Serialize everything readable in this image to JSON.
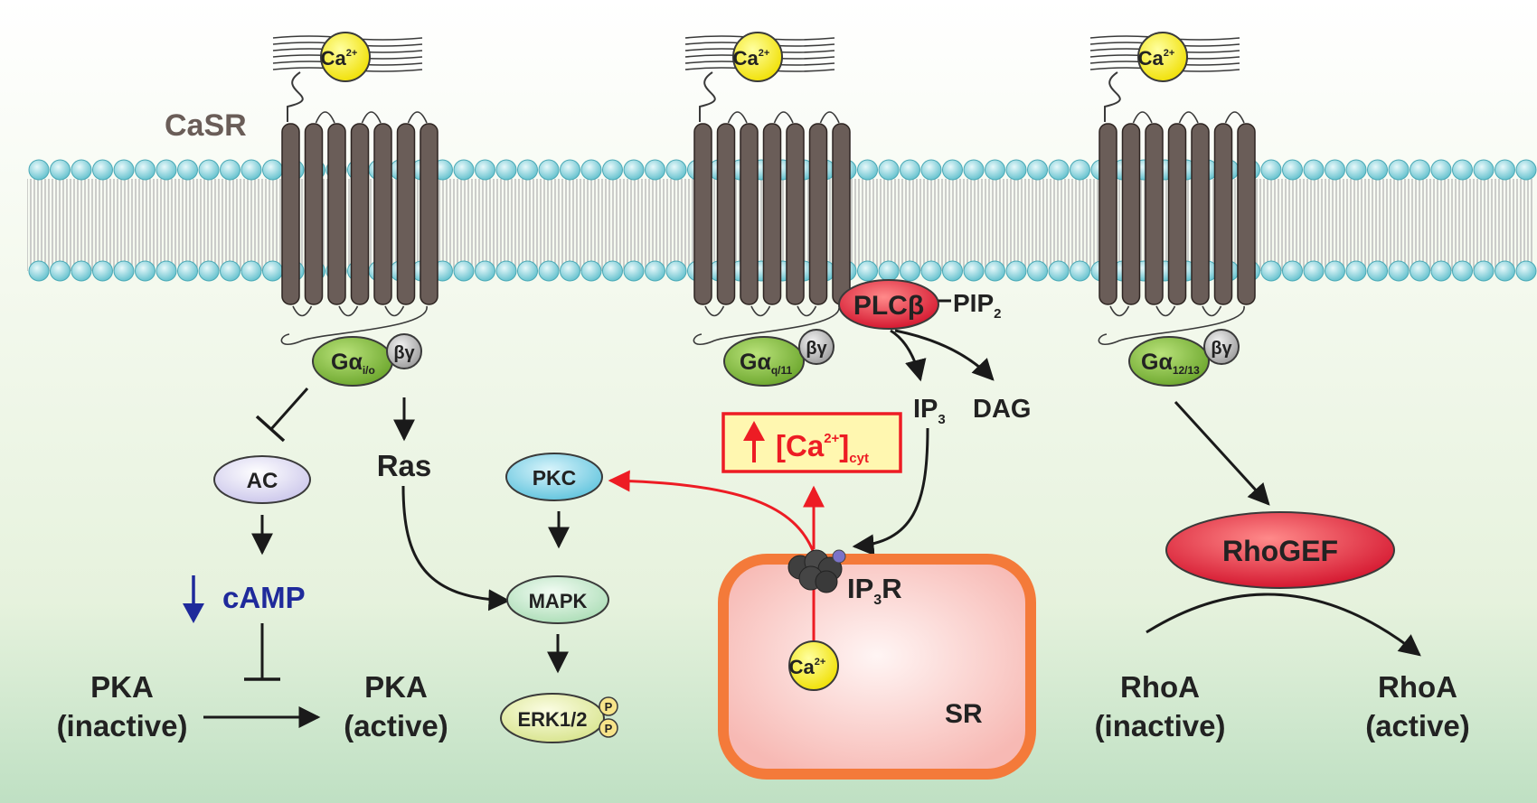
{
  "receptor_label": "CaSR",
  "ligand": {
    "main": "Ca",
    "sup": "2+"
  },
  "g_beta_gamma": "βγ",
  "pathways": {
    "gi": {
      "g_alpha": {
        "main": "Gα",
        "sub": "i/o"
      },
      "ac": "AC",
      "camp": "cAMP",
      "ras": "Ras",
      "pka_inactive": {
        "line1": "PKA",
        "line2": "(inactive)"
      },
      "pka_active": {
        "line1": "PKA",
        "line2": "(active)"
      },
      "pkc": "PKC",
      "mapk": "MAPK",
      "erk": "ERK1/2",
      "phospho": "P"
    },
    "gq": {
      "g_alpha": {
        "main": "Gα",
        "sub": "q/11"
      },
      "plc": "PLCβ",
      "pip2": {
        "main": "PIP",
        "sub": "2"
      },
      "ip3": {
        "main": "IP",
        "sub": "3"
      },
      "dag": "DAG",
      "ca_cyt": {
        "open": "[Ca",
        "sup": "2+",
        "close": "]",
        "sub": "cyt"
      },
      "ip3r": {
        "a": "IP",
        "sub": "3",
        "b": "R"
      },
      "sr": "SR",
      "sr_ca": {
        "main": "Ca",
        "sup": "2+"
      }
    },
    "g12": {
      "g_alpha": {
        "main": "Gα",
        "sub": "12/13"
      },
      "rhogef": "RhoGEF",
      "rhoa_inactive": {
        "line1": "RhoA",
        "line2": "(inactive)"
      },
      "rhoa_active": {
        "line1": "RhoA",
        "line2": "(active)"
      }
    }
  },
  "colors": {
    "g_alpha": "#8dc63f",
    "receptor": "#6a5d58",
    "ligand": "#f5e800",
    "membrane_head": "#7fd3dd",
    "red_node": "#e8112d",
    "highlight_red": "#ed1c24",
    "camp_blue": "#1f2a9b",
    "sr_fill": "#fbd3d0",
    "sr_border": "#f47a3a"
  }
}
